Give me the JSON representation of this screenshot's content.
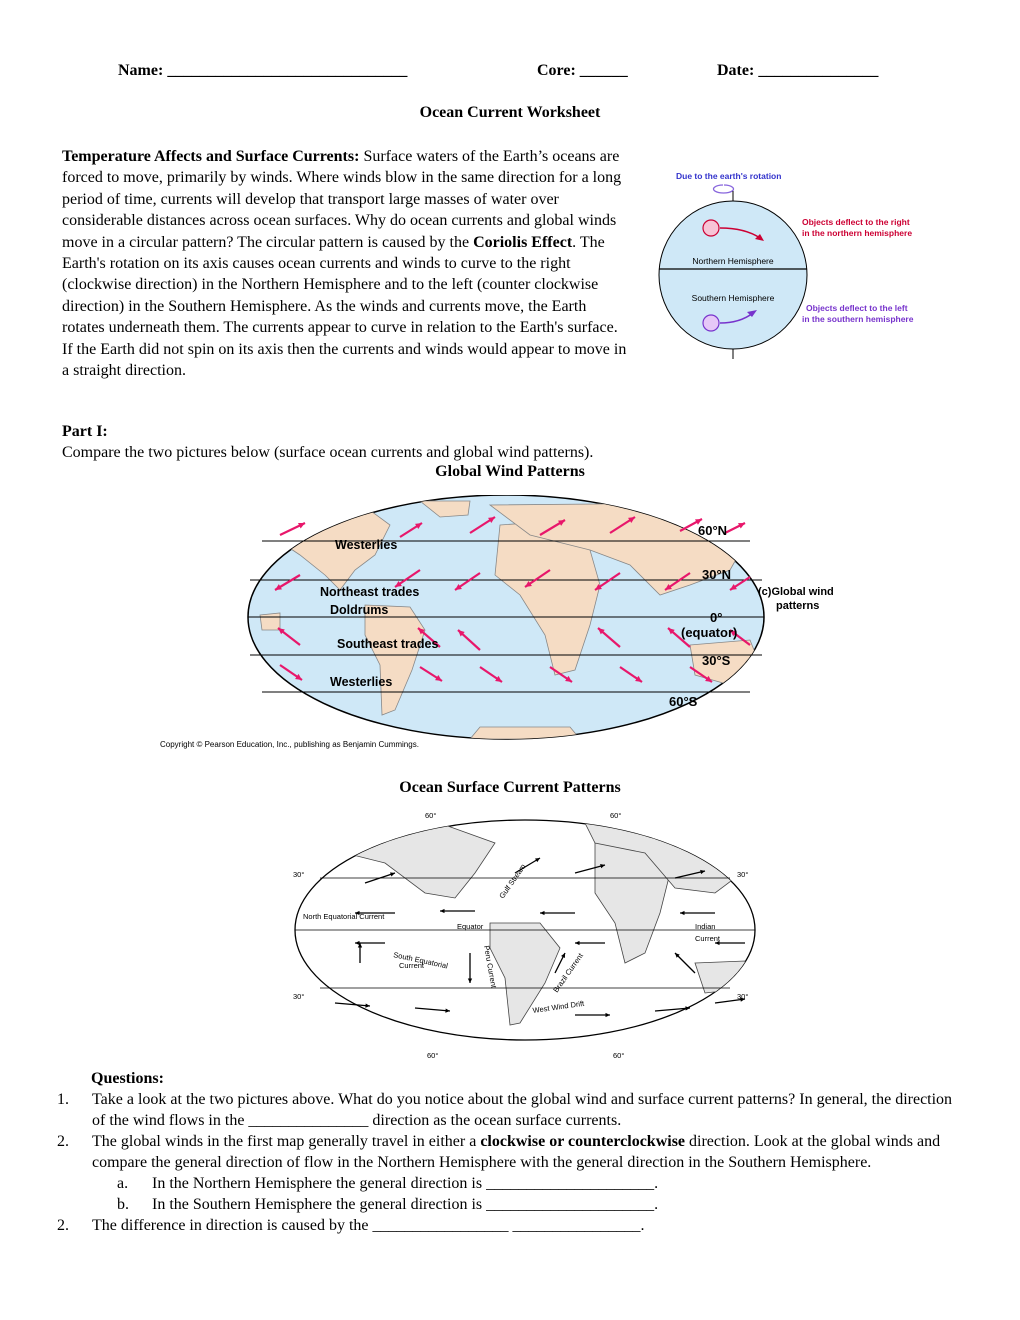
{
  "header": {
    "name_label": "Name:",
    "name_blank": "______________________________",
    "core_label": "Core:",
    "core_blank": "______",
    "date_label": "Date:",
    "date_blank": "_______________"
  },
  "title": "Ocean Current Worksheet",
  "intro": {
    "heading": "Temperature Affects and Surface Currents:",
    "text1": " Surface waters of the Earth’s oceans are forced to move, primarily by winds.  Where winds blow in the same direction for a long period of time, currents will develop that transport large masses of water over considerable distances across ocean surfaces.  Why do ocean currents and global winds move in a circular pattern? The circular pattern is caused by the ",
    "coriolis": "Coriolis Effect",
    "text2": ". The Earth's rotation on its axis causes ocean currents and winds to curve to the right (clockwise direction) in the Northern Hemisphere and to the left (counter clockwise direction) in the Southern Hemisphere. As the winds and currents move, the Earth rotates underneath them. The currents appear to curve in relation to the Earth's surface. If the Earth did not spin on its axis then the currents and winds would appear to move in a straight direction."
  },
  "coriolis_diagram": {
    "rotation_label": "Due to the earth's rotation",
    "north_label": "Northern Hemisphere",
    "south_label": "Southern Hemisphere",
    "deflect_right_1": "Objects deflect to the right",
    "deflect_right_2": "in the northern hemisphere",
    "deflect_left_1": "Objects deflect to the left",
    "deflect_left_2": "in the southern hemisphere",
    "colors": {
      "rotation": "#3333cc",
      "north": "#cc0033",
      "south": "#7733cc"
    }
  },
  "part1": {
    "heading": "Part I:",
    "instruction": "Compare the two pictures below (surface ocean currents and global wind patterns)."
  },
  "wind_map": {
    "title": "Global Wind Patterns",
    "labels": [
      "Westerlies",
      "Northeast trades",
      "Doldrums",
      "Southeast trades",
      "Westerlies"
    ],
    "lat_labels": [
      "60°N",
      "30°N",
      "0°",
      "(equator)",
      "30°S",
      "60°S"
    ],
    "caption_1": "(c)Global wind",
    "caption_2": "patterns",
    "copyright": "Copyright © Pearson Education, Inc., publishing as Benjamin Cummings.",
    "colors": {
      "ocean": "#cfe8f7",
      "land": "#f5dcc4",
      "arrow": "#e8176b"
    }
  },
  "current_map": {
    "title": "Ocean Surface Current Patterns",
    "labels": {
      "top_lat": "60°",
      "top_lat2": "60°",
      "left30": "30°",
      "right30": "30°",
      "north_eq": "North Equatorial Current",
      "equator": "Equator",
      "gulf": "Gulf Stream",
      "indian_1": "Indian",
      "indian_2": "Current",
      "south_eq_1": "South Equatorial",
      "south_eq_2": "Current",
      "peru": "Peru Current",
      "brazil": "Brazil Current",
      "left30s": "30°",
      "right30s": "30°",
      "west_wind": "West Wind Drift",
      "bottom_lat": "60°",
      "bottom_lat2": "60°"
    }
  },
  "questions": {
    "heading": "Questions:",
    "q1_num": "1.",
    "q1": "Take a look at the two pictures above.  What do you notice about the global wind and surface current patterns?  In general, the direction of the wind flows in the _______________ direction as the ocean surface currents.",
    "q2_num": "2.",
    "q2_a": "The global winds in the first map generally travel in either a ",
    "q2_bold": "clockwise or counterclockwise",
    "q2_b": " direction.  Look at the global winds and compare the general direction of flow in the Northern Hemisphere with the general direction in the Southern Hemisphere.",
    "qa_let": "a.",
    "qa": "In the Northern Hemisphere the general direction is _____________________.",
    "qb_let": "b.",
    "qb": "In the Southern Hemisphere the general direction is _____________________.",
    "q3_num": "2.",
    "q3": "The difference in direction is caused by the _________________ ________________."
  }
}
